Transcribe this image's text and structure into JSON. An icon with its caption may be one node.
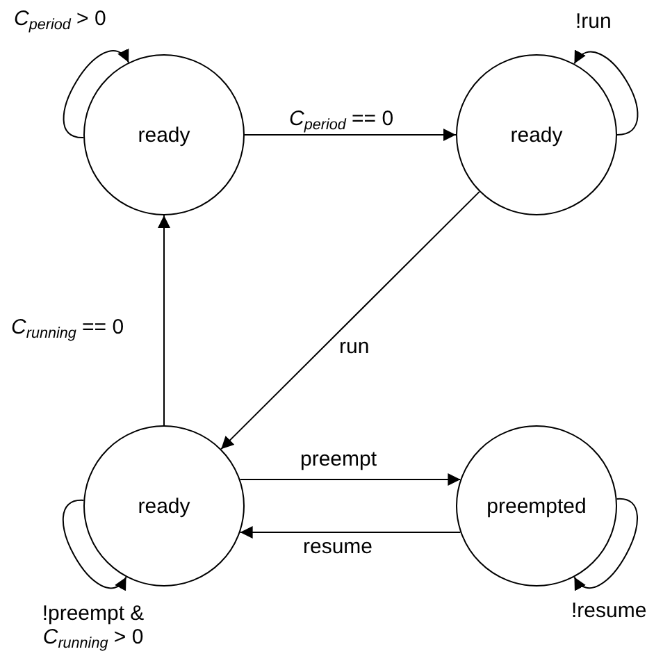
{
  "diagram": {
    "nodes": [
      {
        "text": [
          "ready"
        ]
      },
      {
        "text": [
          "ready"
        ]
      },
      {
        "text": [
          "ready"
        ]
      },
      {
        "text": [
          "preempted"
        ]
      }
    ],
    "edges": [
      {
        "from": 0,
        "to": 0,
        "arrow": "to",
        "label": "*C*$_{period}$ > 0"
      },
      {
        "from": 0,
        "to": 1,
        "arrow": "to",
        "label": "*C*$_{period}$ == 0"
      },
      {
        "from": 1,
        "to": 1,
        "arrow": "to",
        "label": "!run"
      },
      {
        "from": 1,
        "to": 2,
        "arrow": "to",
        "label": "run"
      },
      {
        "from": 2,
        "to": 0,
        "arrow": "to",
        "label": "*C*$_{running}$ == 0"
      },
      {
        "from": 2,
        "to": 3,
        "arrow": "to",
        "label": "preempt"
      },
      {
        "from": 3,
        "to": 2,
        "arrow": "to",
        "label": "resume"
      },
      {
        "from": 2,
        "to": 2,
        "arrow": "to",
        "label": "!preempt & *C*$_{running}$ > 0"
      },
      {
        "from": 3,
        "to": 3,
        "arrow": "to",
        "label": "!resume"
      }
    ]
  }
}
